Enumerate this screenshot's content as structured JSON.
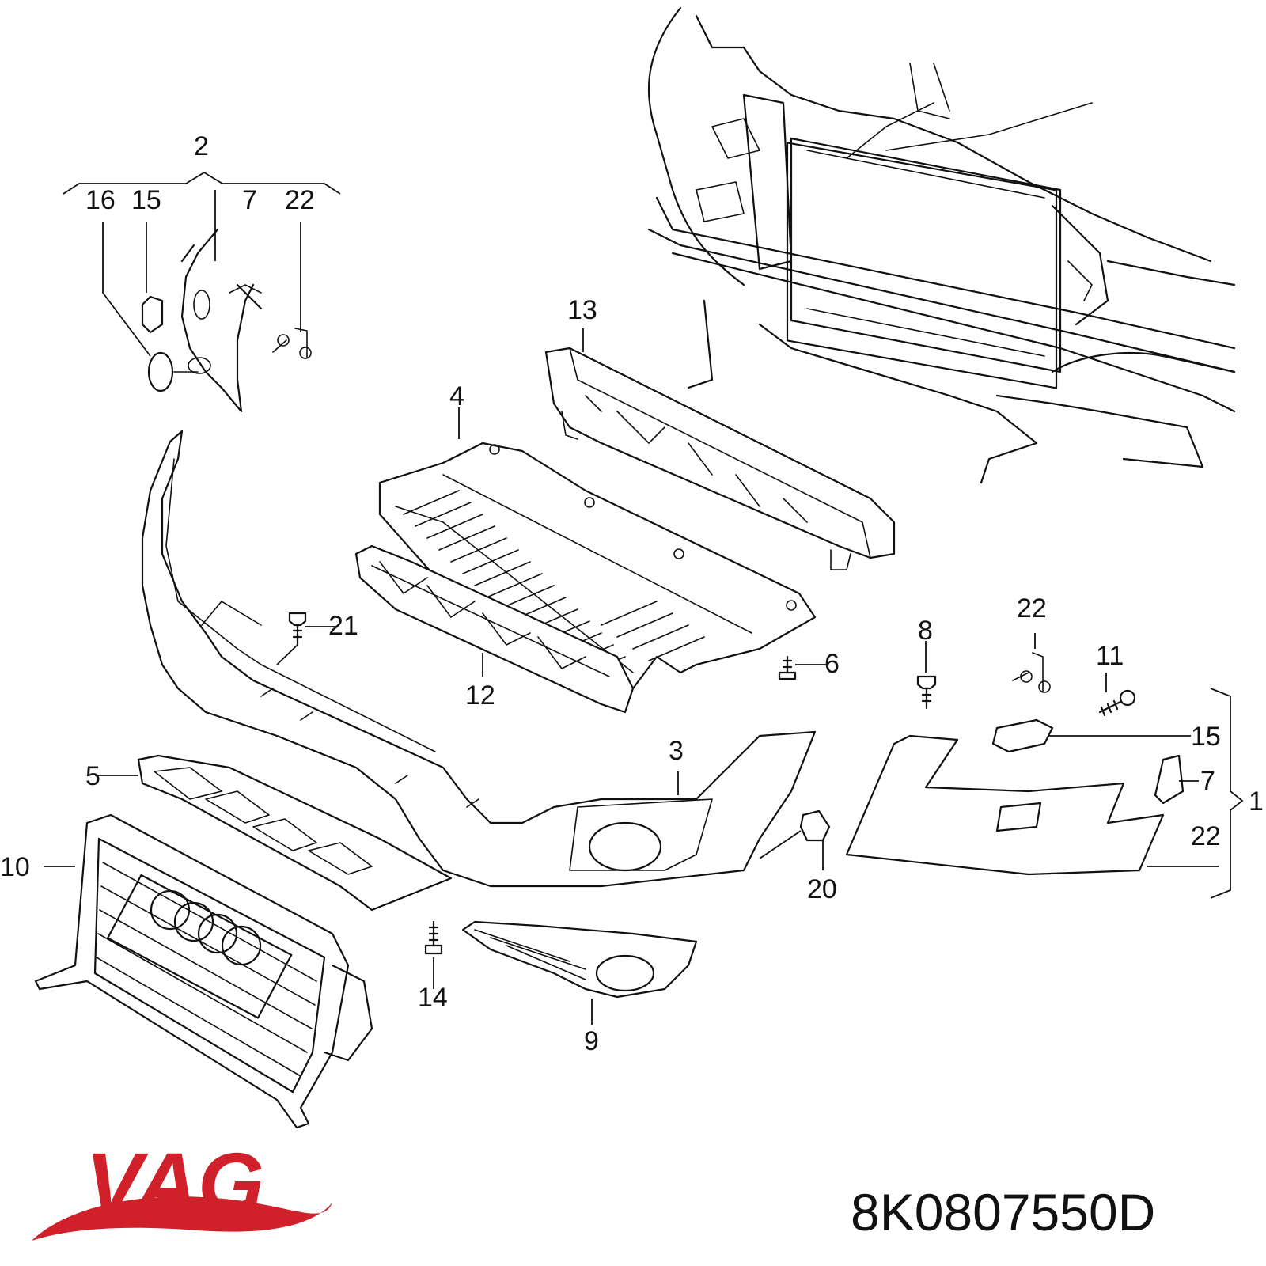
{
  "brand": {
    "logo_text": "VAG",
    "logo_color": "#d0202a"
  },
  "part_number": "8K0807550D",
  "callouts": {
    "c1": "1",
    "c2": "2",
    "c3": "3",
    "c4": "4",
    "c5": "5",
    "c6": "6",
    "c7_top": "7",
    "c7_right": "7",
    "c8": "8",
    "c9": "9",
    "c10": "10",
    "c11": "11",
    "c12": "12",
    "c13": "13",
    "c14": "14",
    "c15_top": "15",
    "c15_right": "15",
    "c16": "16",
    "c20": "20",
    "c21": "21",
    "c22_top": "22",
    "c22_mid": "22",
    "c22_right": "22"
  }
}
